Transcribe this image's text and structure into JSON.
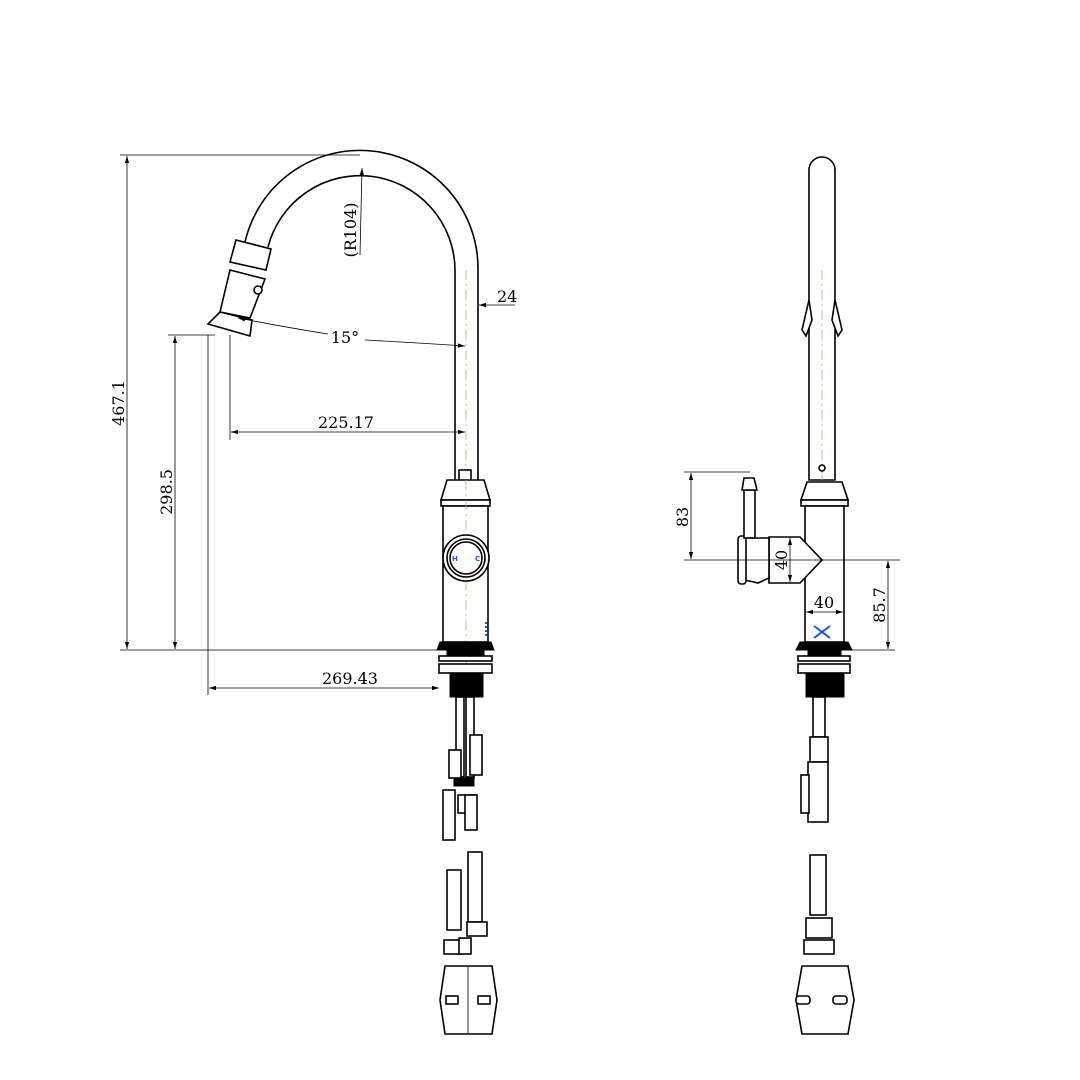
{
  "drawing": {
    "front_view": {
      "dimensions": {
        "overall_height": "467.1",
        "spout_radius": "(R104)",
        "pipe_diameter": "24",
        "spray_angle": "15°",
        "spout_reach_inner": "225.17",
        "outlet_height": "298.5",
        "spout_reach_total": "269.43"
      },
      "handle_marks": {
        "hot": "H",
        "cold": "C"
      }
    },
    "side_view": {
      "dimensions": {
        "lever_height": "83",
        "handle_diameter": "40",
        "body_diameter": "40",
        "handle_center_height": "85.7"
      }
    }
  }
}
